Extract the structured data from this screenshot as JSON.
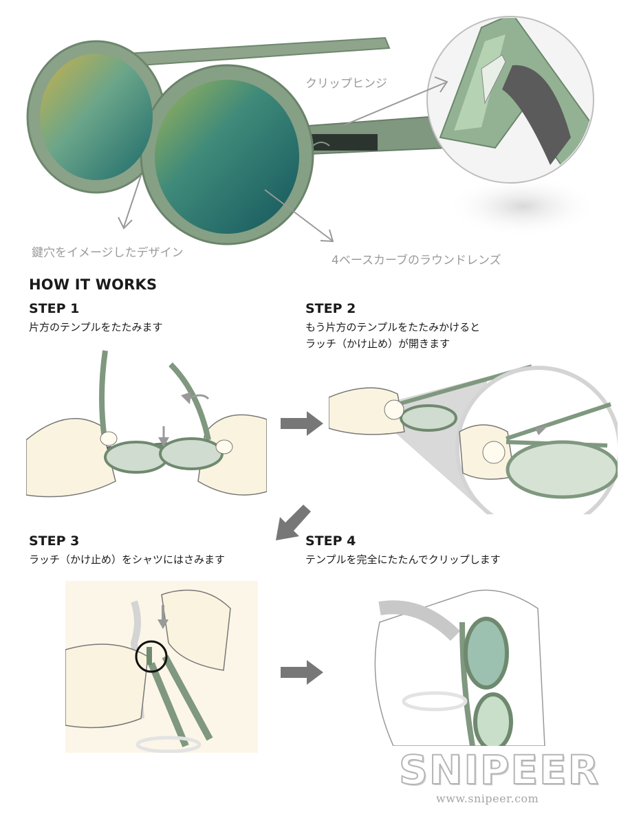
{
  "callouts": {
    "clip_hinge": "クリップヒンジ",
    "keyhole": "鍵穴をイメージしたデザイン",
    "lens": "4ベースカーブのラウンドレンズ"
  },
  "how_it_works": {
    "title": "HOW IT WORKS",
    "steps": [
      {
        "title": "STEP 1",
        "desc": [
          "片方のテンプルをたたみます"
        ]
      },
      {
        "title": "STEP 2",
        "desc": [
          "もう片方のテンプルをたたみかけると",
          "ラッチ（かけ止め）が開きます"
        ]
      },
      {
        "title": "STEP 3",
        "desc": [
          "ラッチ（かけ止め）をシャツにはさみます"
        ]
      },
      {
        "title": "STEP 4",
        "desc": [
          "テンプルを完全にたたんでクリップします"
        ]
      }
    ]
  },
  "watermark": {
    "logo": "SNIPEER",
    "url": "www.snipeer.com"
  },
  "colors": {
    "frame": "#7f9a80",
    "lens_teal": "#1f6c6c",
    "lens_gold": "#c6b24a",
    "skin": "#faf3df",
    "arrow": "#777777"
  }
}
